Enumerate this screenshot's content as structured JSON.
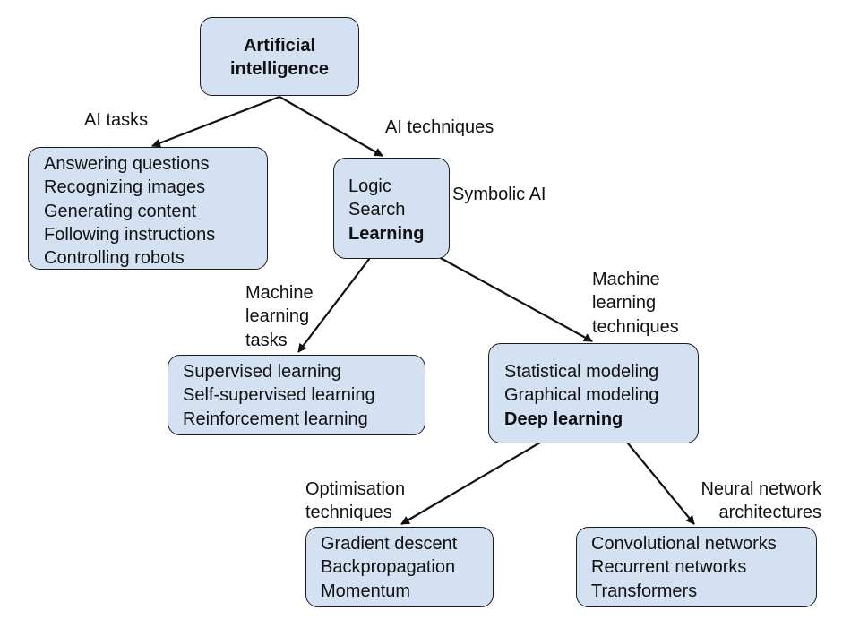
{
  "nodes": {
    "root": {
      "lines": [
        "Artificial",
        "intelligence"
      ]
    },
    "ai_tasks": {
      "lines": [
        "Answering questions",
        "Recognizing images",
        "Generating content",
        "Following instructions",
        "Controlling robots"
      ]
    },
    "ai_techniques": {
      "lines": [
        "Logic",
        "Search",
        "Learning"
      ]
    },
    "ml_tasks": {
      "lines": [
        "Supervised learning",
        "Self-supervised learning",
        "Reinforcement learning"
      ]
    },
    "ml_techniques": {
      "lines": [
        "Statistical modeling",
        "Graphical modeling",
        "Deep learning"
      ]
    },
    "optimisation": {
      "lines": [
        "Gradient descent",
        "Backpropagation",
        "Momentum"
      ]
    },
    "architectures": {
      "lines": [
        "Convolutional networks",
        "Recurrent networks",
        "Transformers"
      ]
    }
  },
  "labels": {
    "ai_tasks": "AI tasks",
    "ai_techniques": "AI techniques",
    "symbolic_ai": "Symbolic AI",
    "ml_tasks": [
      "Machine",
      "learning",
      "tasks"
    ],
    "ml_techniques": [
      "Machine",
      "learning",
      "techniques"
    ],
    "optimisation": [
      "Optimisation",
      "techniques"
    ],
    "architectures": [
      "Neural network",
      "architectures"
    ]
  }
}
